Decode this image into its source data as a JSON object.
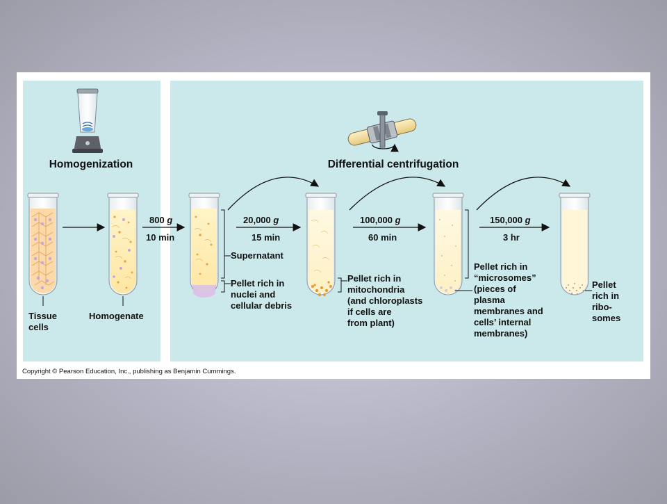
{
  "slide": {
    "background": "#b8b8c6",
    "card_color": "#ffffff",
    "panel_color": "#cbe8ea"
  },
  "figure": {
    "homogenization": {
      "heading": "Homogenization",
      "tube_labels": {
        "tissue": [
          "Tissue",
          "cells"
        ],
        "homogenate": [
          "Homogenate"
        ]
      }
    },
    "centrifugation": {
      "heading": "Differential centrifugation",
      "spins": [
        {
          "force_value": "800",
          "force_unit": "g",
          "time": "10 min"
        },
        {
          "force_value": "20,000",
          "force_unit": "g",
          "time": "15 min"
        },
        {
          "force_value": "100,000",
          "force_unit": "g",
          "time": "60 min"
        },
        {
          "force_value": "150,000",
          "force_unit": "g",
          "time": "3 hr"
        }
      ],
      "supernatant_label": "Supernatant",
      "pellets": [
        [
          "Pellet rich in",
          "nuclei and",
          "cellular debris"
        ],
        [
          "Pellet rich in",
          "mitochondria",
          "(and chloroplasts",
          "if cells are",
          "from plant)"
        ],
        [
          "Pellet rich in",
          "“microsomes”",
          "(pieces of",
          "plasma",
          "membranes and",
          "cells’ internal",
          "membranes)"
        ],
        [
          "Pellet",
          "rich in",
          "ribo-",
          "somes"
        ]
      ]
    },
    "copyright": "Copyright © Pearson Education, Inc., publishing as Benjamin Cummings."
  },
  "icons": [
    "blender-icon",
    "centrifuge-icon"
  ]
}
